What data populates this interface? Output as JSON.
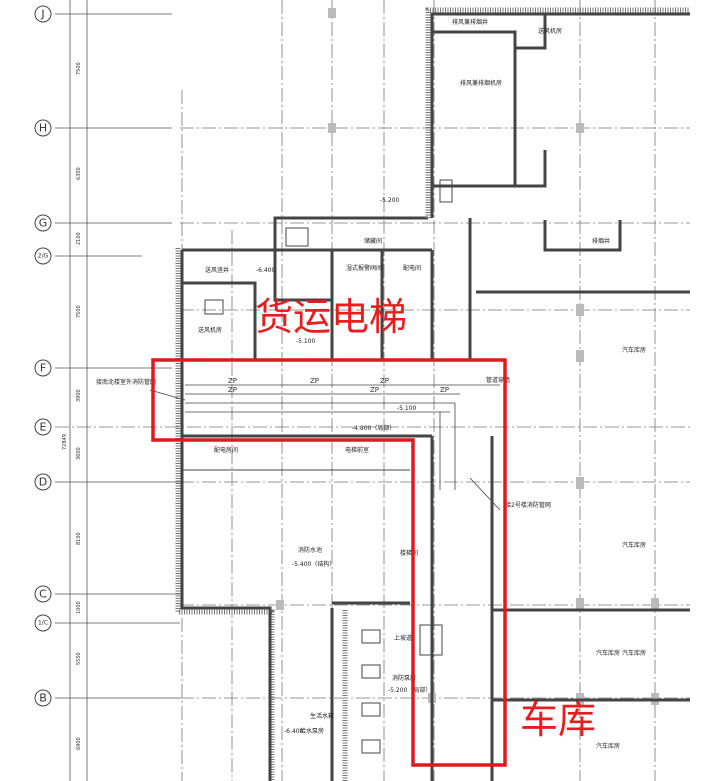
{
  "axes": [
    {
      "label": "J"
    },
    {
      "label": "H"
    },
    {
      "label": "G"
    },
    {
      "label": "2/G"
    },
    {
      "label": "F"
    },
    {
      "label": "E"
    },
    {
      "label": "D"
    },
    {
      "label": "C"
    },
    {
      "label": "1/C"
    },
    {
      "label": "B"
    }
  ],
  "dimensions": [
    "7500",
    "6300",
    "2100",
    "7500",
    "3900",
    "3600",
    "8100",
    "1000",
    "5500",
    "6900"
  ],
  "total_dimension": "72849",
  "rooms": {
    "exhaust_shaft": "排风兼排烟井",
    "exhaust_room": "排风兼排烟机房",
    "dispatch": "送风机房",
    "fire_pump_room": "消防水池",
    "pump_house": "消防泵房",
    "pool_elev": "-5.400（结构）",
    "pump_elev": "-5.200（局部）",
    "stair": "楼梯间",
    "shaft_right": "排烟井",
    "garage_a": "汽车库房",
    "garage_b": "汽车库房",
    "garage_c": "汽车库房",
    "garage_d": "汽车库房",
    "garage_e": "汽车库房",
    "electric_room": "配电间",
    "well_room": "送风竖井",
    "machine_room": "送风机房",
    "distrib": "配电房间",
    "storage": "储藏间",
    "valve": "湿式报警阀间",
    "water_tank": "生活水箱",
    "lift_lobby": "电梯前室",
    "water_room": "给水泵房",
    "elev_a": "-5.200",
    "elev_b": "-6.400",
    "elev_c": "-5.100",
    "elev_d": "-4.800（局部）",
    "elev_e": "-5.100",
    "elev_f": "-6.400",
    "up": "上坡道"
  },
  "notes": {
    "left_pipe": "接南北楼室外消防管网",
    "right_pipe": "接2号楼消防管网",
    "pipe_top": "管道穿墙",
    "zp": "ZP"
  },
  "annotations": {
    "freight_elevator": "货运电梯",
    "garage": "车库"
  },
  "colors": {
    "annotation": "#e0191b"
  }
}
